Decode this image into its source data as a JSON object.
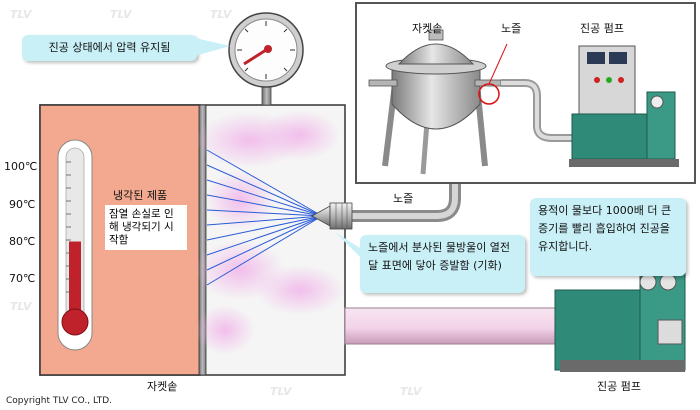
{
  "labels": {
    "pressure_bubble": "진공 상태에서 압력 유지됨",
    "cooled_product": "냉각된 제품",
    "latent_heat": "잠열 손실로 인해 냉각되기 시작함",
    "nozzle_bubble": "노즐에서 분사된 물방울이 열전달 표면에 닿아 증발함 (기화)",
    "nozzle": "노즐",
    "jacket_bottom": "자켓솥",
    "pump_bottom": "진공 펌프",
    "pump_bubble": "용적이 물보다 1000배 더 큰 증기를 빨리 흡입하여 진공을 유지합니다.",
    "copyright": "Copyright TLV CO., LTD."
  },
  "inset": {
    "jacket": "자켓솥",
    "nozzle": "노즐",
    "pump": "진공 펌프"
  },
  "thermometer": {
    "ticks": [
      "100℃",
      "90℃",
      "80℃",
      "70℃"
    ],
    "fill_fraction": 0.48
  },
  "watermark": "TLV",
  "colors": {
    "bubble": "#c9f0f7",
    "jacket_wall": "#f2a98f",
    "thermo_red": "#c0222b",
    "spray_blue": "#2a5bd8",
    "pipe_pink": "#f3d6ea"
  }
}
